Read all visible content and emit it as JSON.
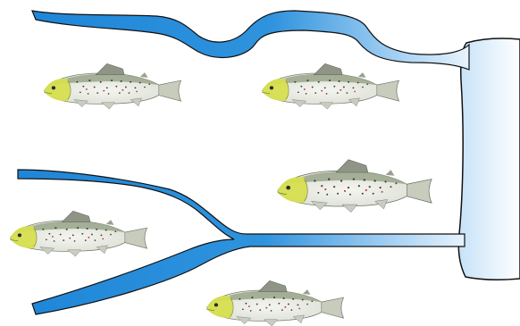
{
  "scene": {
    "description_visible_text": "",
    "colors": {
      "river_dark": "#1f86d8",
      "river_light": "#d9ecfa",
      "outline": "#1a1a1a",
      "fish_body": "#e9ece6",
      "fish_back": "#b7c2a8",
      "fish_head": "#d8e05a",
      "fish_spots": "#3a3f2e"
    }
  },
  "fish": [
    {
      "name": "trout-1"
    },
    {
      "name": "trout-2"
    },
    {
      "name": "trout-3"
    },
    {
      "name": "trout-4"
    },
    {
      "name": "trout-5"
    }
  ]
}
